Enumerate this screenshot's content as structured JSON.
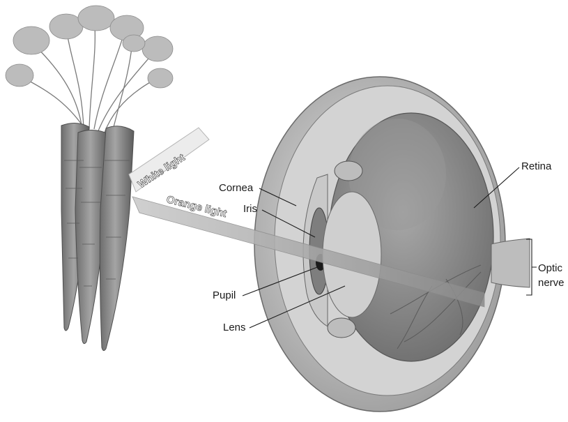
{
  "beams": {
    "white_light": "White light",
    "orange_light": "Orange light"
  },
  "labels": {
    "cornea": "Cornea",
    "iris": "Iris",
    "pupil": "Pupil",
    "lens": "Lens",
    "retina": "Retina",
    "optic_nerve_line1": "Optic",
    "optic_nerve_line2": "nerve"
  }
}
